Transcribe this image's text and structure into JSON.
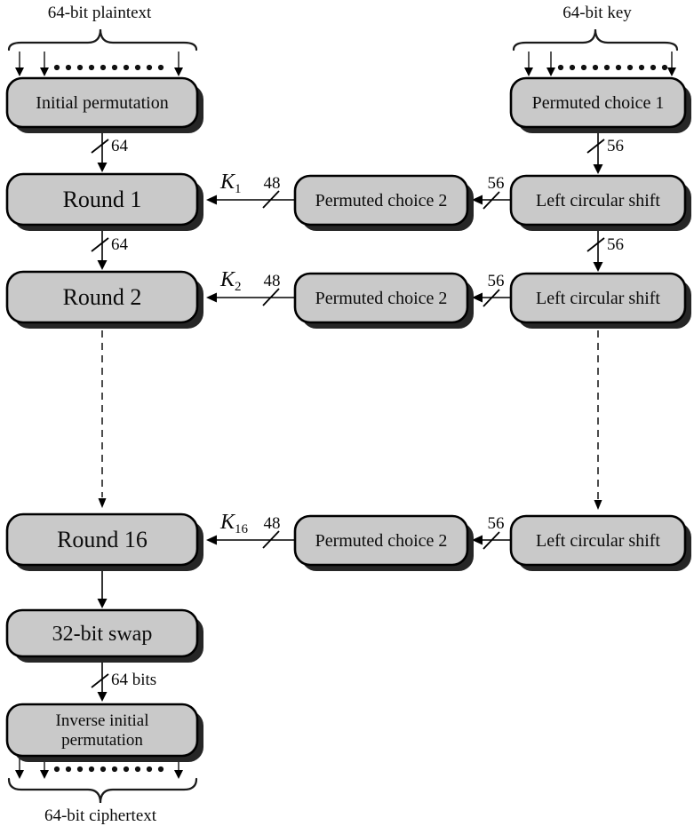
{
  "colors": {
    "background": "#ffffff",
    "box_fill": "#c9c9c9",
    "box_border": "#000000",
    "box_shadow": "#262626",
    "line": "#000000"
  },
  "diagram": {
    "captions": {
      "plaintext": "64-bit plaintext",
      "key": "64-bit key",
      "ciphertext": "64-bit ciphertext"
    },
    "boxes": {
      "initial_permutation": "Initial permutation",
      "permuted_choice_1": "Permuted choice 1",
      "permuted_choice_2": "Permuted choice 2",
      "left_circular_shift": "Left circular shift",
      "round_1": "Round 1",
      "round_2": "Round 2",
      "round_16": "Round 16",
      "swap_32bit": "32-bit swap",
      "inverse_initial_line1": "Inverse initial",
      "inverse_initial_line2": "permutation"
    },
    "wire_labels": {
      "w64": "64",
      "w56": "56",
      "w48": "48",
      "w64bits": "64 bits"
    },
    "round_keys": {
      "symbol": "K",
      "sub_1": "1",
      "sub_2": "2",
      "sub_16": "16"
    }
  }
}
